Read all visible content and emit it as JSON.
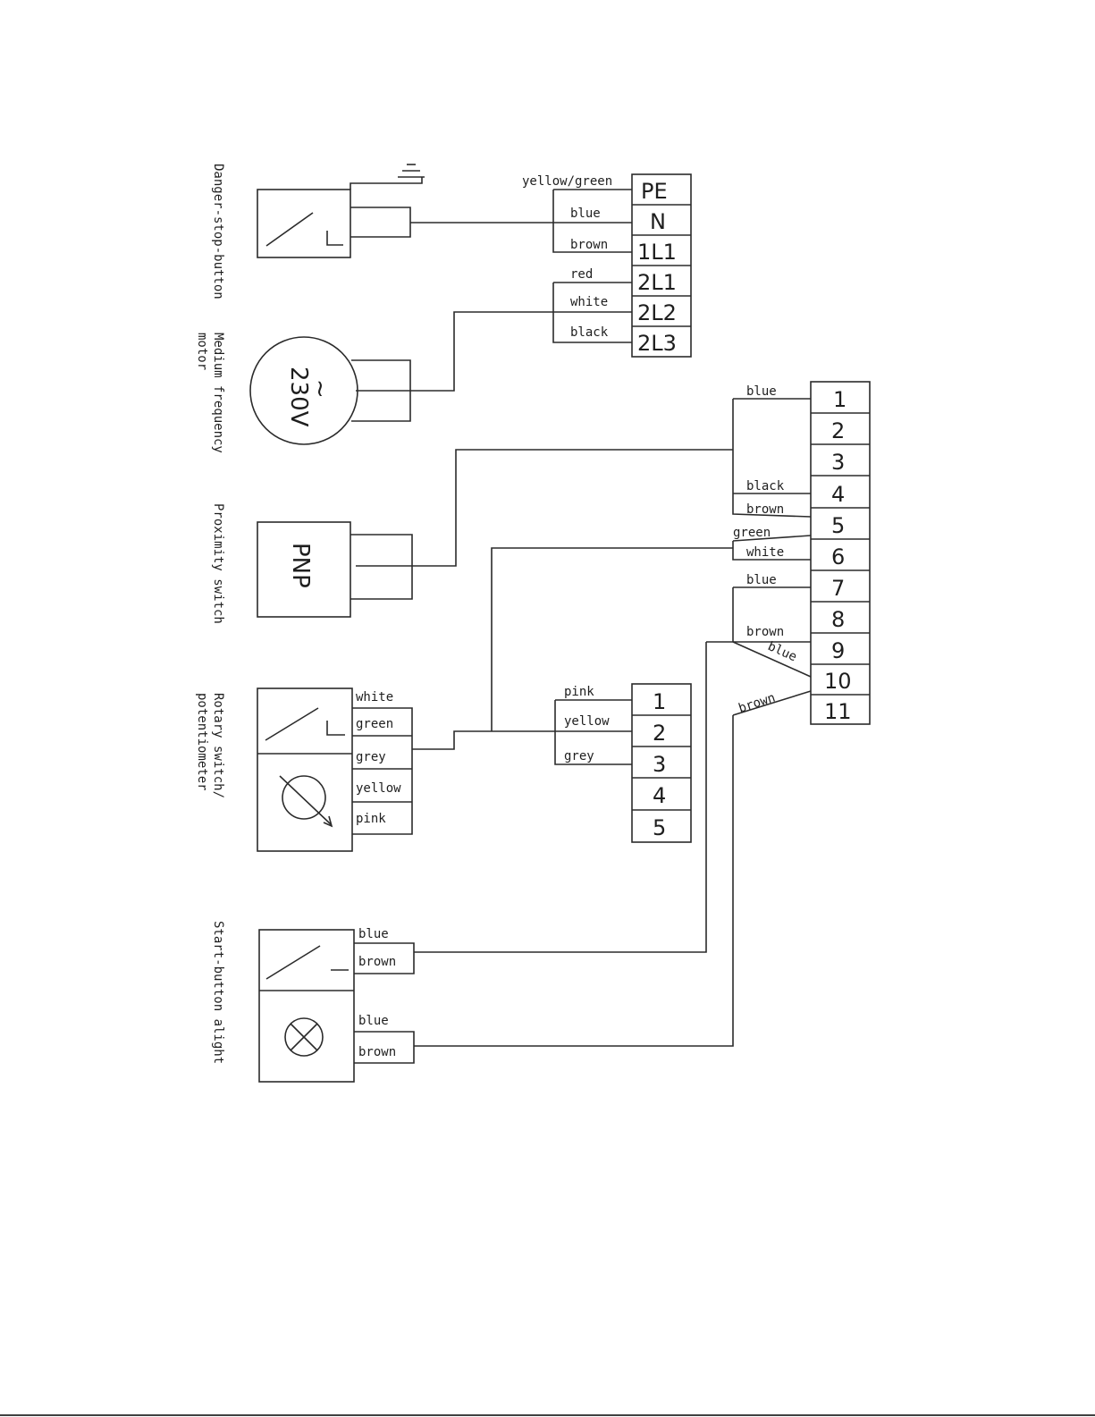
{
  "devices": {
    "danger_stop": {
      "title": "Danger-stop-button"
    },
    "motor": {
      "title_line1": "Medium frequency",
      "title_line2": "motor",
      "symbol": "~",
      "voltage": "230V"
    },
    "proximity": {
      "title": "Proximity switch",
      "type": "PNP"
    },
    "rotary": {
      "title_line1": "Rotary switch/",
      "title_line2": "potentiometer"
    },
    "start_button": {
      "title": "Start-button alight"
    }
  },
  "power_terminals": [
    "PE",
    "N",
    "1L1",
    "2L1",
    "2L2",
    "2L3"
  ],
  "power_wires": [
    "yellow/green",
    "blue",
    "brown",
    "red",
    "white",
    "black"
  ],
  "control_terminals": [
    "1",
    "2",
    "3",
    "4",
    "5",
    "6",
    "7",
    "8",
    "9",
    "10",
    "11"
  ],
  "control_wires": {
    "t1": "blue",
    "t4": "black",
    "t5": "brown",
    "t5_green": "green",
    "t6": "white",
    "t7": "blue",
    "t9": "brown",
    "t9_blue": "blue",
    "t11": "brown"
  },
  "pot_terminals": [
    "1",
    "2",
    "3",
    "4",
    "5"
  ],
  "pot_wires": [
    "pink",
    "yellow",
    "grey"
  ],
  "rotary_wires": [
    "white",
    "green",
    "grey",
    "yellow",
    "pink"
  ],
  "start_wires": [
    "blue",
    "brown",
    "blue",
    "brown"
  ]
}
